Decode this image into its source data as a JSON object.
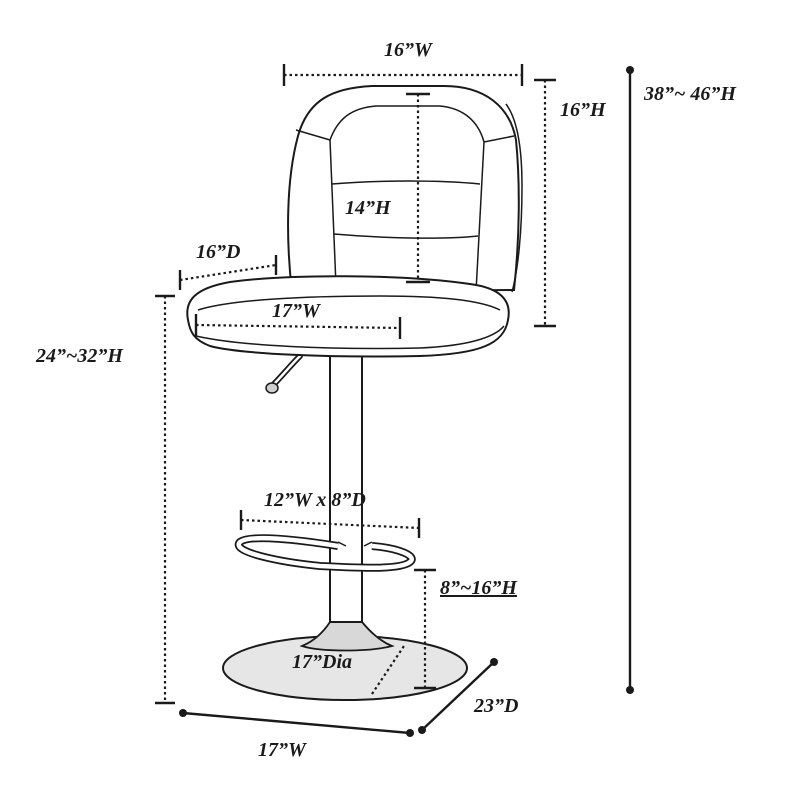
{
  "labels": {
    "back_width": "16”W",
    "back_height": "16”H",
    "total_height": "38”~ 46”H",
    "back_panel_height": "14”H",
    "seat_depth": "16”D",
    "seat_width": "17”W",
    "seat_height": "24”~32”H",
    "footrest_size": "12”W x 8”D",
    "footrest_height": "8”~16”H",
    "base_diameter": "17”Dia",
    "base_depth": "23”D",
    "base_width": "17”W"
  },
  "colors": {
    "line": "#1a1a1a",
    "base_fill": "#e6e6e6",
    "background": "#ffffff"
  }
}
